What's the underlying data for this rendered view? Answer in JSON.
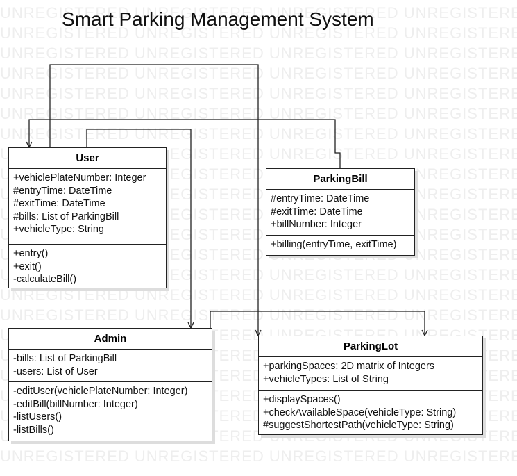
{
  "title": "Smart Parking Management System",
  "watermark": "UNREGISTERED",
  "classes": {
    "user": {
      "name": "User",
      "attributes": [
        "+vehiclePlateNumber: Integer",
        "#entryTime: DateTime",
        "#exitTime: DateTime",
        "#bills: List of ParkingBill",
        "+vehicleType: String"
      ],
      "operations": [
        "+entry()",
        "+exit()",
        "-calculateBill()"
      ]
    },
    "parking_bill": {
      "name": "ParkingBill",
      "attributes": [
        "#entryTime: DateTime",
        "#exitTime: DateTime",
        "+billNumber: Integer"
      ],
      "operations": [
        "+billing(entryTime, exitTime)"
      ]
    },
    "admin": {
      "name": "Admin",
      "attributes": [
        "-bills: List of ParkingBill",
        "-users: List of User"
      ],
      "operations": [
        "-editUser(vehiclePlateNumber: Integer)",
        "-editBill(billNumber: Integer)",
        "-listUsers()",
        "-listBills()"
      ]
    },
    "parking_lot": {
      "name": "ParkingLot",
      "attributes": [
        "+parkingSpaces: 2D matrix of Integers",
        "+vehicleTypes: List of String"
      ],
      "operations": [
        "+displaySpaces()",
        "+checkAvailableSpace(vehicleType: String)",
        "#suggestShortestPath(vehicleType: String)"
      ]
    }
  },
  "colors": {
    "line": "#222222",
    "watermark": "#eeeeee",
    "shadow": "#dddddd"
  }
}
